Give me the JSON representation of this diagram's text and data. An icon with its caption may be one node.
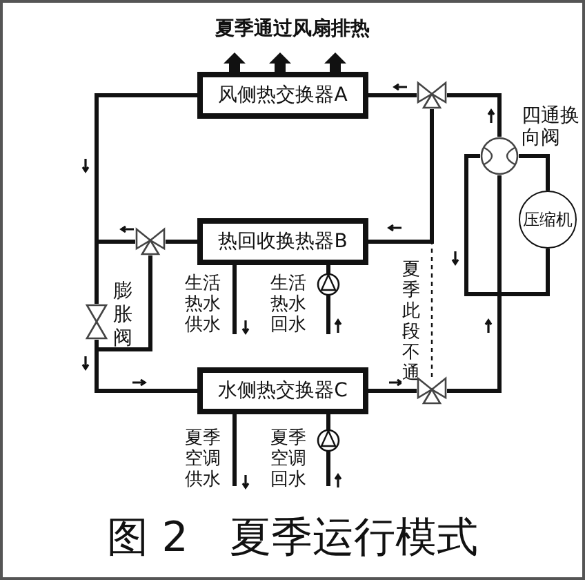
{
  "diagram": {
    "caption": "图 2　夏季运行模式",
    "nodes": [
      {
        "text": [
          "风侧热交换器A"
        ]
      },
      {
        "text": [],
        "shape": "valve"
      },
      {
        "text": [],
        "shape": "circle",
        "beside": [
          "四通换向阀"
        ]
      },
      {
        "text": [
          "压缩机"
        ]
      },
      {
        "text": [],
        "shape": "valve"
      },
      {
        "text": [
          "热回收换热器B"
        ]
      },
      {
        "text": [],
        "shape": "circle"
      },
      {
        "text": [],
        "shape": "valve",
        "beside": [
          "膨胀阀"
        ]
      },
      {
        "text": [
          "水侧热交换器C"
        ]
      },
      {
        "text": [],
        "shape": "valve"
      },
      {
        "text": [],
        "shape": "circle"
      }
    ],
    "edges": [
      {
        "from": 0,
        "to": 1,
        "arrow": "none"
      },
      {
        "from": 1,
        "to": 2,
        "arrow": "none"
      },
      {
        "from": 2,
        "to": 3,
        "arrow": "none"
      },
      {
        "from": 2,
        "to": 3,
        "arrow": "none"
      },
      {
        "from": 1,
        "to": 5,
        "arrow": "none"
      },
      {
        "from": 5,
        "to": 4,
        "arrow": "none"
      },
      {
        "from": 0,
        "to": 7,
        "arrow": "none"
      },
      {
        "from": 4,
        "to": 7,
        "arrow": "none"
      },
      {
        "from": 4,
        "to": 8,
        "arrow": "none"
      },
      {
        "from": 7,
        "to": 8,
        "arrow": "none"
      },
      {
        "from": 8,
        "to": 9,
        "arrow": "none"
      },
      {
        "from": 9,
        "to": 2,
        "arrow": "none"
      },
      {
        "from": 9,
        "to": 5,
        "arrow": "none",
        "style": "dashed",
        "label": "夏季此段不通"
      },
      {
        "from": 5,
        "to": null,
        "arrow": "none"
      },
      {
        "from": null,
        "to": 6,
        "arrow": "none"
      },
      {
        "from": 6,
        "to": 5,
        "arrow": "none"
      },
      {
        "from": 8,
        "to": null,
        "arrow": "none"
      },
      {
        "from": null,
        "to": 10,
        "arrow": "none"
      },
      {
        "from": 10,
        "to": 8,
        "arrow": "none"
      }
    ],
    "labels": [
      "夏季通过风扇排热",
      "生活热水供水",
      "生活热水回水",
      "夏季空调供水",
      "夏季空调回水"
    ]
  }
}
